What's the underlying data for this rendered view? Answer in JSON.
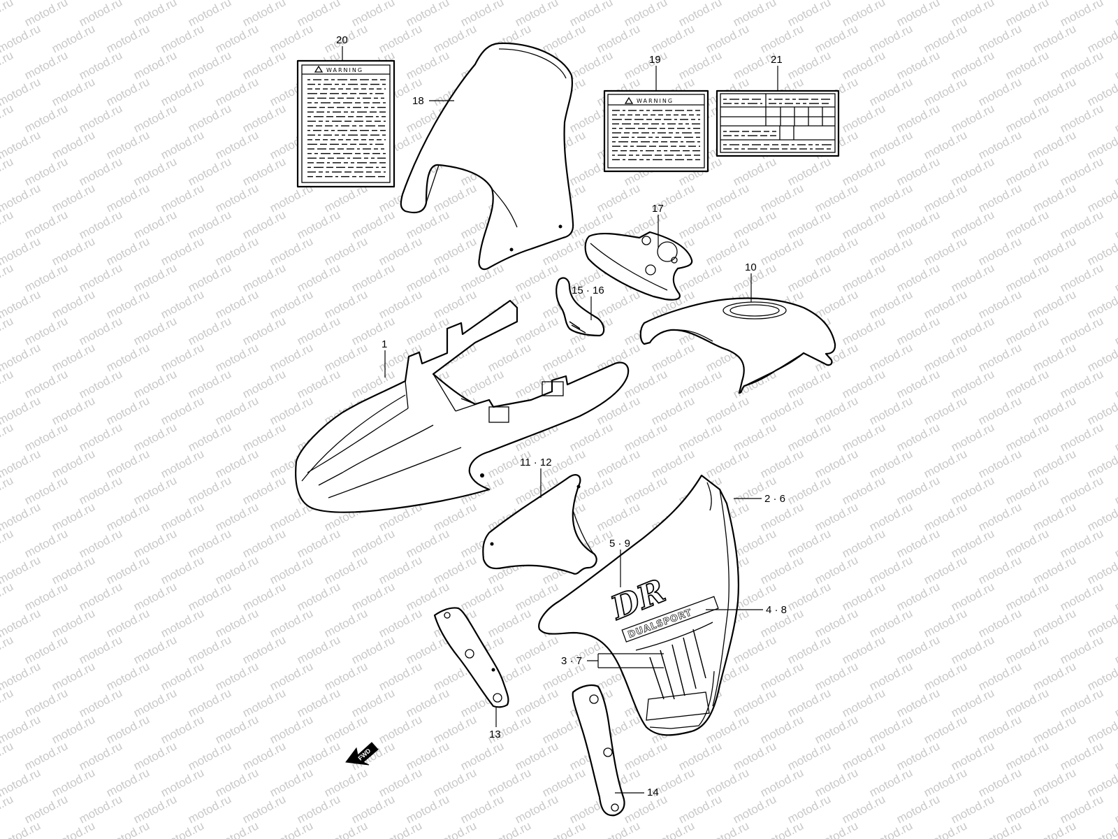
{
  "watermark": "motod.ru",
  "callouts": {
    "c1": "1",
    "c2_6": "2 · 6",
    "c3_7": "3 · 7",
    "c4_8": "4 · 8",
    "c5_9": "5 · 9",
    "c10": "10",
    "c11_12": "11 · 12",
    "c13": "13",
    "c14": "14",
    "c15_16": "15 · 16",
    "c17": "17",
    "c18": "18",
    "c19": "19",
    "c20": "20",
    "c21": "21"
  },
  "labels": {
    "warning_20": "WARNING",
    "warning_19": "WARNING"
  },
  "decals": {
    "brand": "DR",
    "dualsport": "DUALSPORT"
  },
  "fwd_arrow": "FWD",
  "colors": {
    "line": "#000000",
    "watermark": "#c8c8c8",
    "background": "#ffffff"
  }
}
